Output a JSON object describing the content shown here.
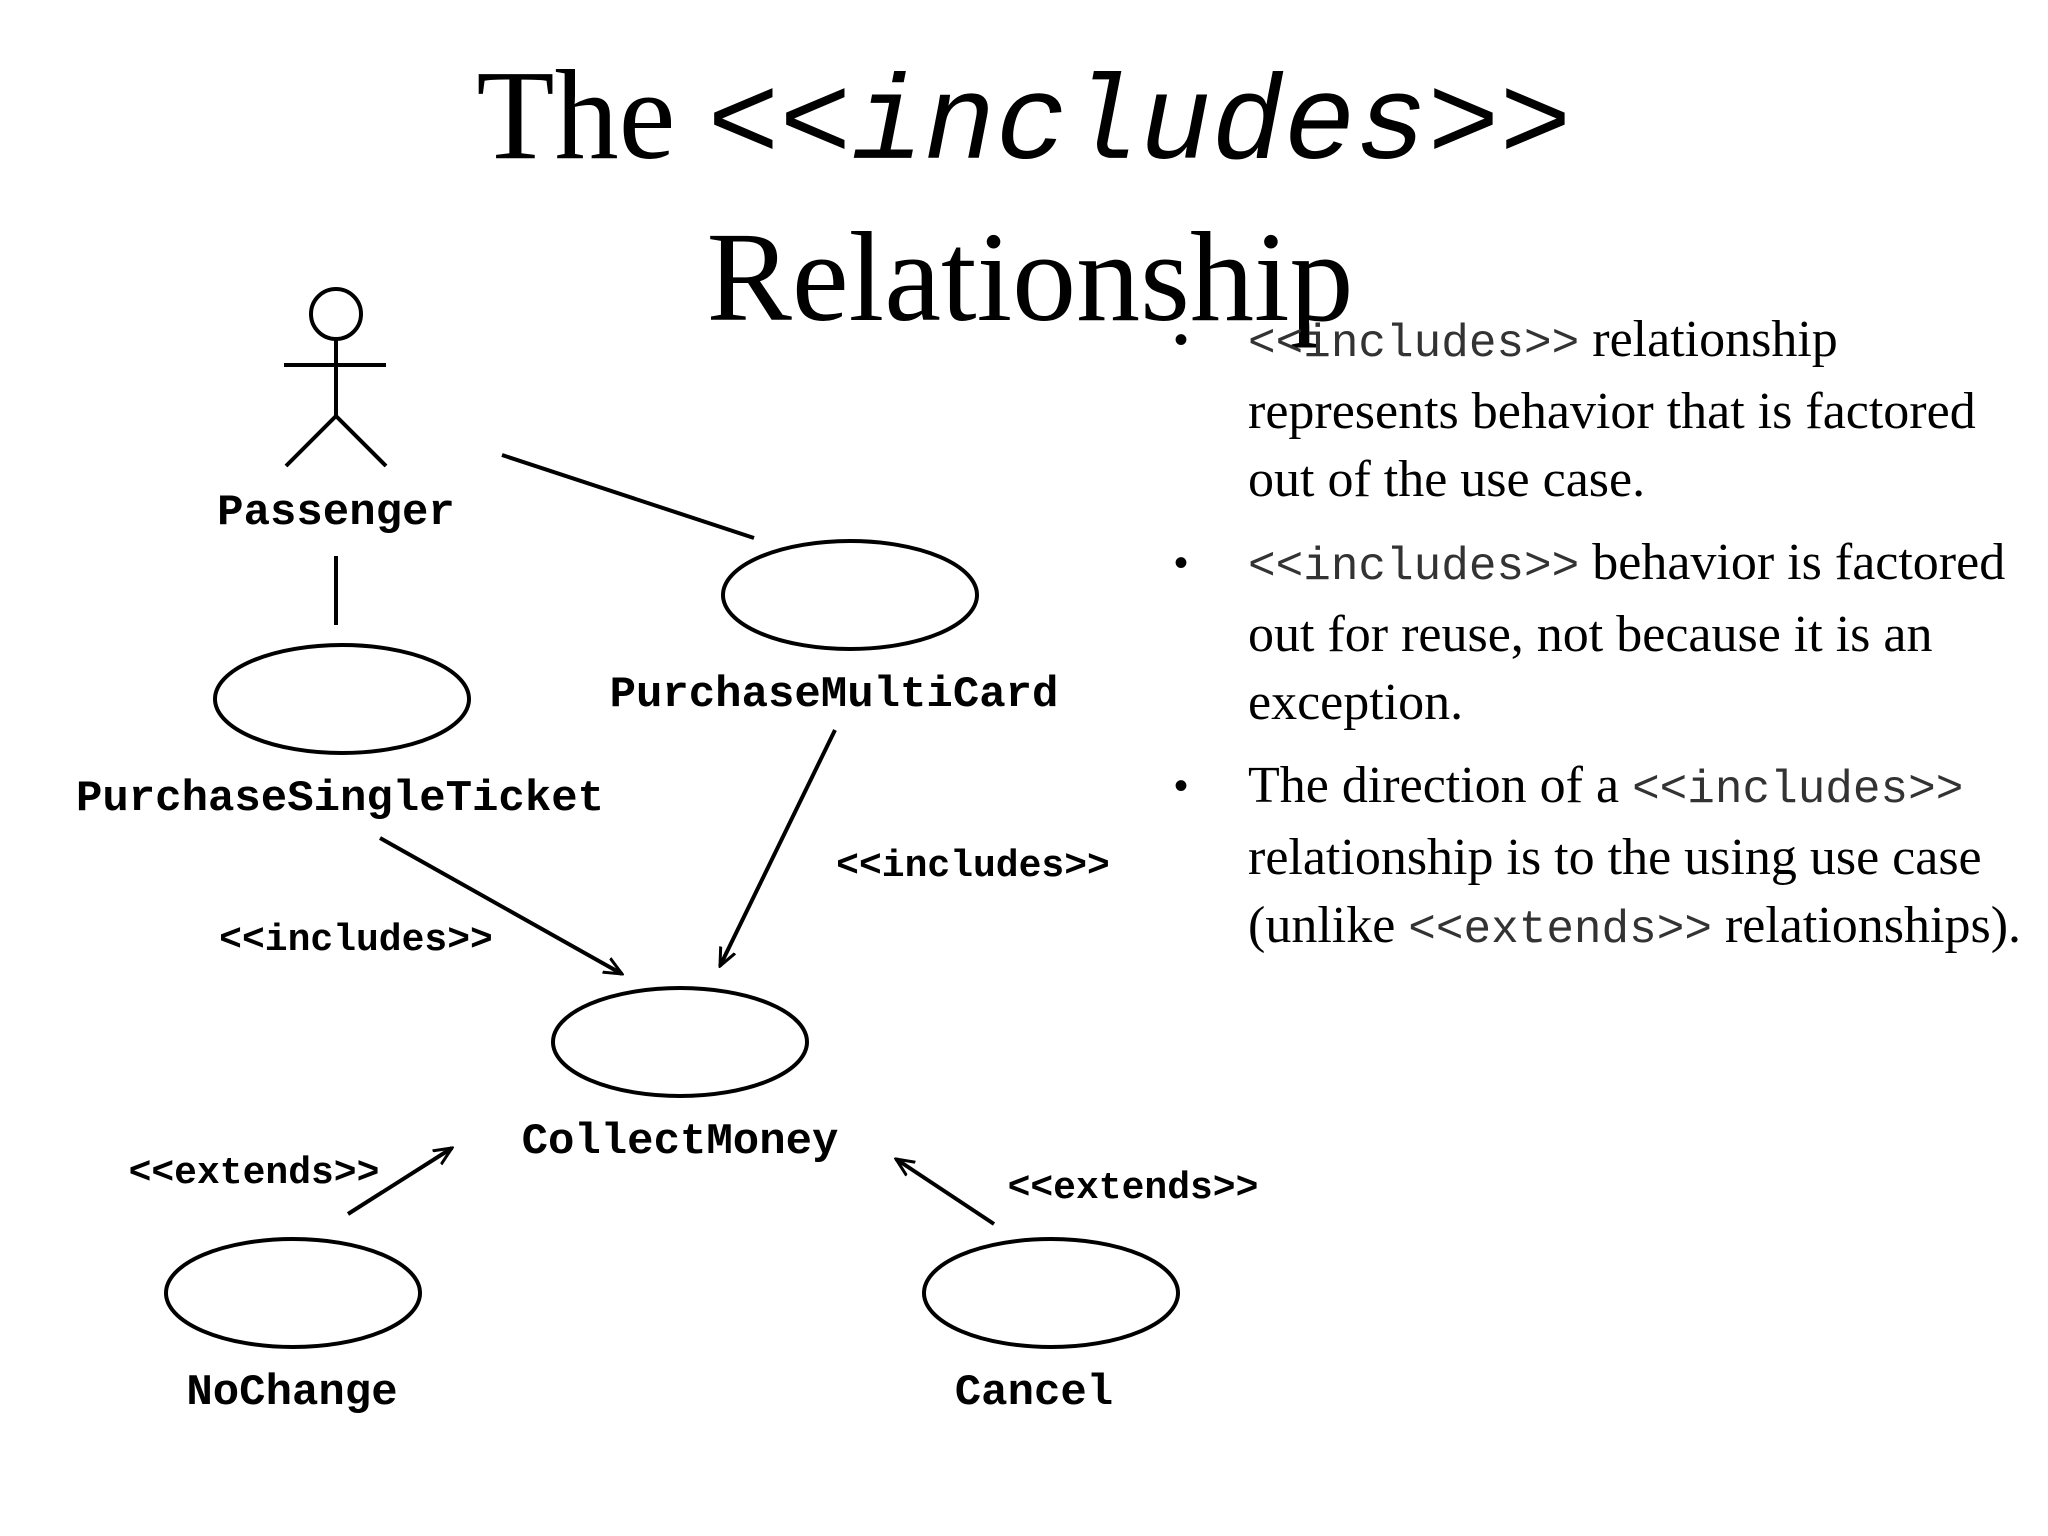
{
  "title": {
    "prefix": "The",
    "keyword": "<<includes>>",
    "line2": "Relationship"
  },
  "diagram": {
    "actor": {
      "name": "Passenger",
      "icon": "stick-figure-icon"
    },
    "use_cases": {
      "purchase_single_ticket": "PurchaseSingleTicket",
      "purchase_multi_card": "PurchaseMultiCard",
      "collect_money": "CollectMoney",
      "no_change": "NoChange",
      "cancel": "Cancel"
    },
    "stereotypes": {
      "includes_left": "<<includes>>",
      "includes_right": "<<includes>>",
      "extends_left": "<<extends>>",
      "extends_right": "<<extends>>"
    }
  },
  "bullets": [
    {
      "code": "<<includes>>",
      "text_a": " relationship represents behavior that is factored out of the use case."
    },
    {
      "code": "<<includes>>",
      "text_a": " behavior is factored out for reuse, not because it is an exception."
    },
    {
      "text_pre": "The direction of a ",
      "code": "<<includes>>",
      "text_a": " relationship is to the using use case (unlike ",
      "code2": "<<extends>>",
      "text_b": " relationships)."
    }
  ]
}
